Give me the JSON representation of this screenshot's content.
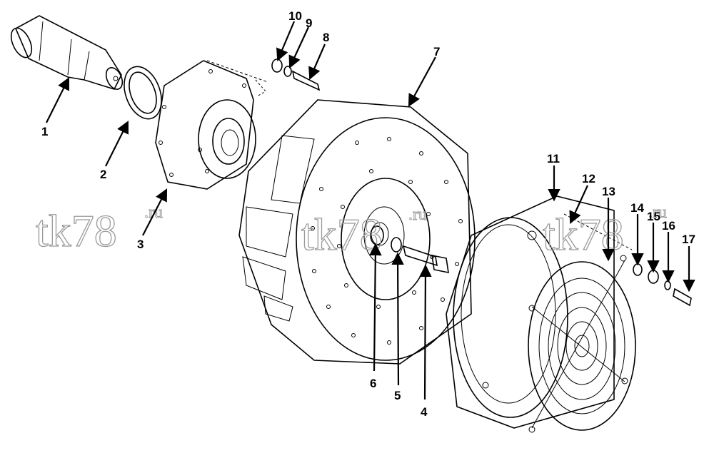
{
  "callouts": [
    {
      "id": "1",
      "label": "1"
    },
    {
      "id": "2",
      "label": "2"
    },
    {
      "id": "3",
      "label": "3"
    },
    {
      "id": "4",
      "label": "4"
    },
    {
      "id": "5",
      "label": "5"
    },
    {
      "id": "6",
      "label": "6"
    },
    {
      "id": "7",
      "label": "7"
    },
    {
      "id": "8",
      "label": "8"
    },
    {
      "id": "9",
      "label": "9"
    },
    {
      "id": "10",
      "label": "10"
    },
    {
      "id": "11",
      "label": "11"
    },
    {
      "id": "12",
      "label": "12"
    },
    {
      "id": "13",
      "label": "13"
    },
    {
      "id": "14",
      "label": "14"
    },
    {
      "id": "15",
      "label": "15"
    },
    {
      "id": "16",
      "label": "16"
    },
    {
      "id": "17",
      "label": "17"
    }
  ],
  "watermark": {
    "text": "tk78",
    "suffix": ".ru"
  },
  "colors": {
    "line": "#000000",
    "watermark": "#9a9a9a",
    "background": "#ffffff"
  }
}
